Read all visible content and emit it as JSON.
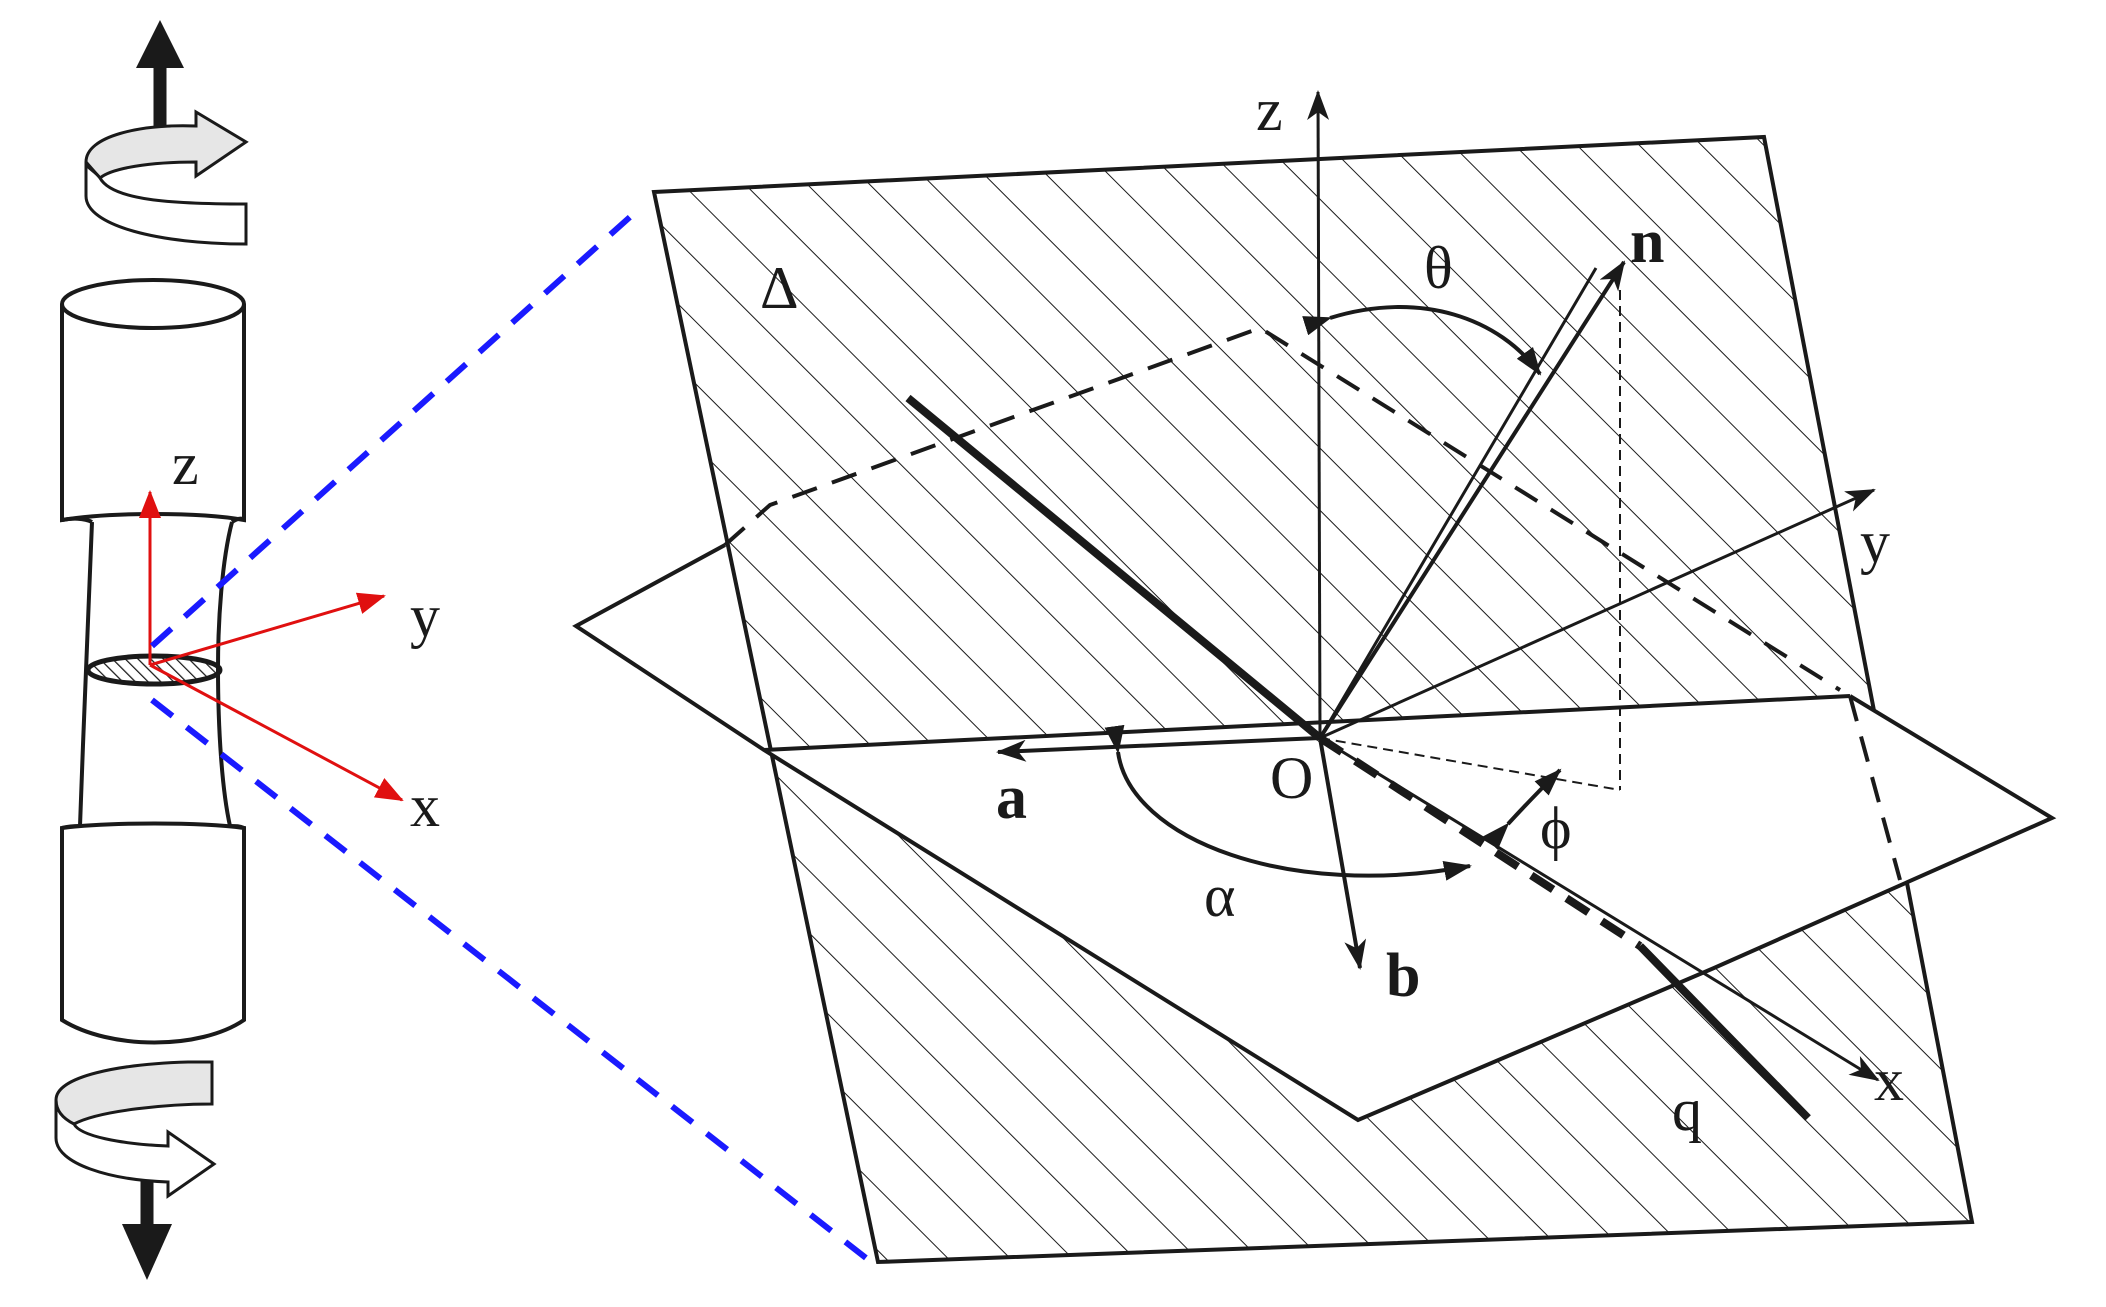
{
  "colors": {
    "ink": "#1a1a1a",
    "local_axes": "#e01010",
    "zoom_lines": "#1a1aff",
    "rotation_arrow_fill": "#e6e6e6",
    "background": "#ffffff"
  },
  "specimen": {
    "axis_labels": {
      "z": "z",
      "y": "y",
      "x": "x"
    },
    "icons": [
      "pull-up-arrow-icon",
      "rotation-arrow-icon",
      "pull-down-arrow-icon"
    ]
  },
  "plane_diagram": {
    "axis_labels": {
      "z": "z",
      "y": "y",
      "x": "x"
    },
    "origin_label": "O",
    "plane_labels": {
      "delta": "Δ",
      "q": "q"
    },
    "vector_labels": {
      "n": "n",
      "a": "a",
      "b": "b"
    },
    "angle_labels": {
      "theta": "θ",
      "alpha": "α",
      "phi": "ϕ"
    }
  }
}
